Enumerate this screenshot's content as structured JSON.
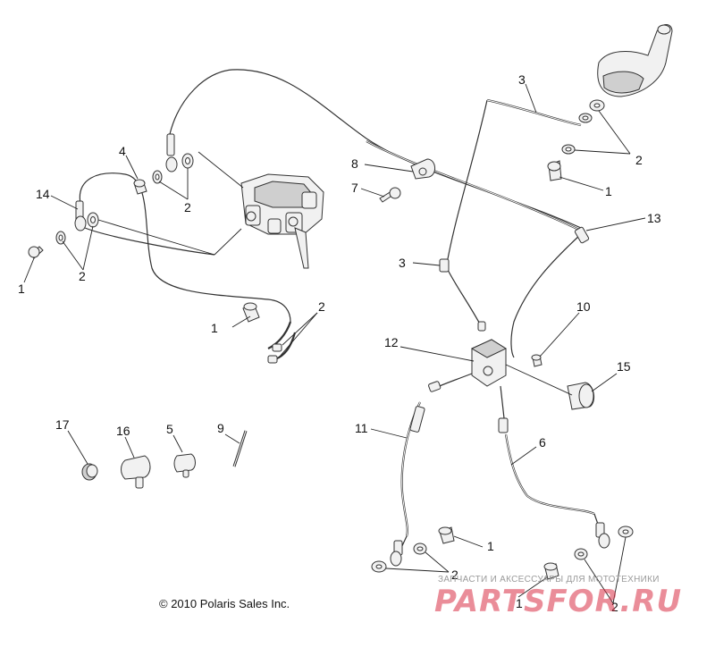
{
  "callouts": [
    "1",
    "2",
    "3",
    "4",
    "5",
    "6",
    "7",
    "8",
    "9",
    "10",
    "11",
    "12",
    "13",
    "14",
    "15",
    "16",
    "17"
  ],
  "copyright": "© 2010 Polaris Sales Inc.",
  "watermark": {
    "tagline": "ЗАПЧАСТИ И АКСЕССУАРЫ ДЛЯ МОТОТЕХНИКИ",
    "brand": "PARTSFOR.RU",
    "color": "#d92f45"
  }
}
